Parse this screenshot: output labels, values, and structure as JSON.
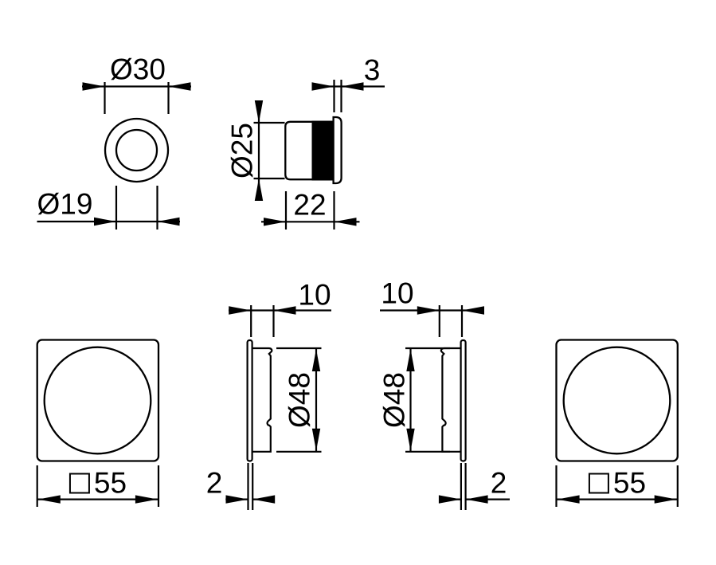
{
  "page": {
    "background": "#ffffff",
    "drawing_color": "#000000",
    "kind": "technical-dimension-drawing"
  },
  "views": {
    "round_flush_pull_front": {
      "outer_diameter_label": "Ø30",
      "hole_diameter_label": "Ø19"
    },
    "round_flush_pull_side": {
      "diameter_label": "Ø25",
      "flange_thickness_label": "3",
      "depth_label": "22"
    },
    "square_flush_pull_front_left": {
      "size_label": "55"
    },
    "square_flush_pull_side_left": {
      "depth_label": "10",
      "cup_diameter_label": "Ø48",
      "plate_thickness_label": "2"
    },
    "square_flush_pull_side_right": {
      "depth_label": "10",
      "cup_diameter_label": "Ø48",
      "plate_thickness_label": "2"
    },
    "square_flush_pull_front_right": {
      "size_label": "55"
    }
  },
  "symbols": {
    "square": "□",
    "diameter": "Ø"
  }
}
